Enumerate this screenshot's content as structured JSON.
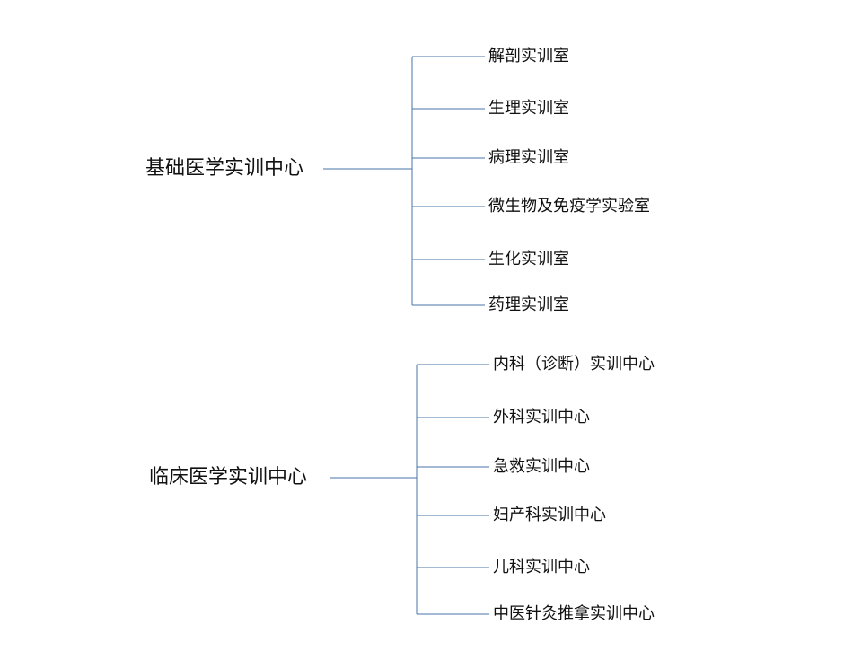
{
  "colors": {
    "line": "#4a76a8",
    "text": "#111111",
    "background": "#ffffff"
  },
  "groups": [
    {
      "root": "基础医学实训中心",
      "children": [
        "解剖实训室",
        "生理实训室",
        "病理实训室",
        "微生物及免疫学实验室",
        "生化实训室",
        "药理实训室"
      ]
    },
    {
      "root": "临床医学实训中心",
      "children": [
        "内科（诊断）实训中心",
        "外科实训中心",
        "急救实训中心",
        "妇产科实训中心",
        "儿科实训中心",
        "中医针灸推拿实训中心"
      ]
    }
  ]
}
